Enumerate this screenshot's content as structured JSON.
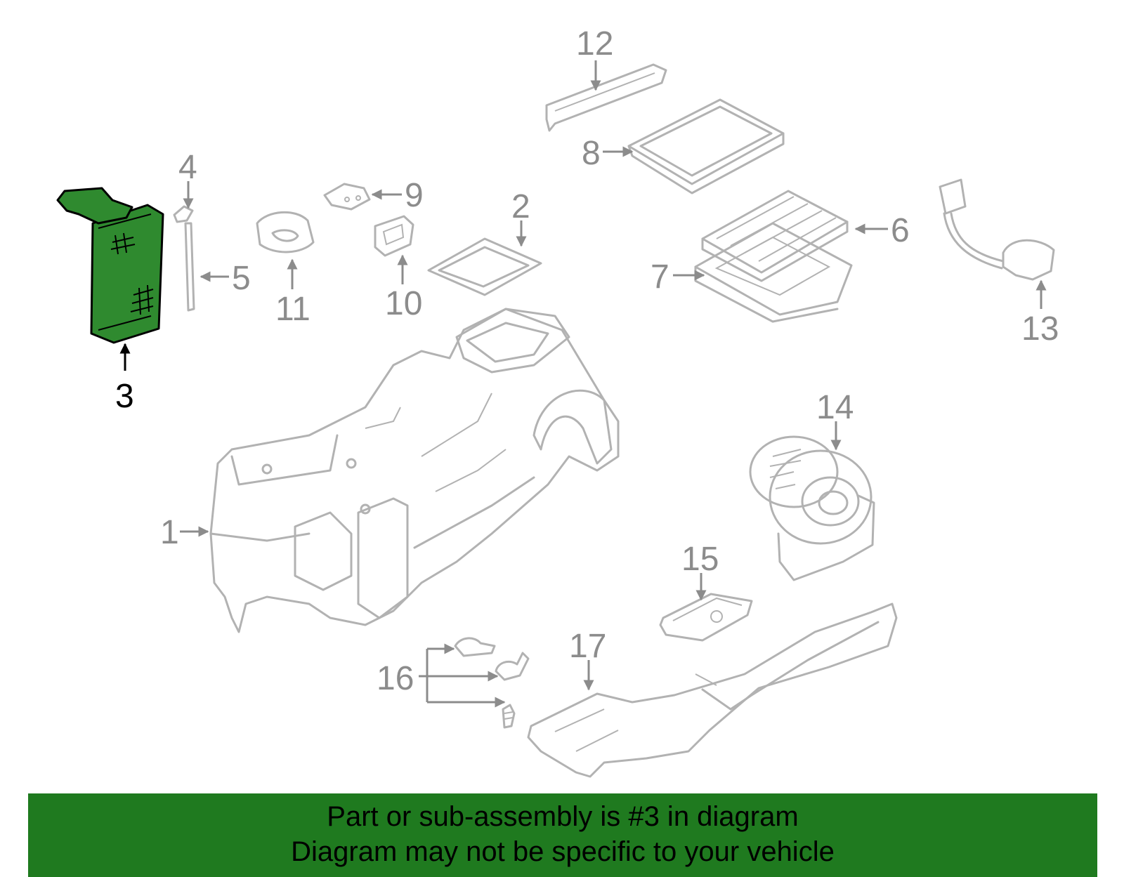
{
  "diagram": {
    "selected_part": "3",
    "colors": {
      "highlight": "#2f8a2f",
      "banner": "#1f7a1f",
      "parts": "#b2b2b2",
      "callouts": "#8c8c8c"
    },
    "callouts": [
      {
        "id": "1",
        "label": "1"
      },
      {
        "id": "2",
        "label": "2"
      },
      {
        "id": "3",
        "label": "3"
      },
      {
        "id": "4",
        "label": "4"
      },
      {
        "id": "5",
        "label": "5"
      },
      {
        "id": "6",
        "label": "6"
      },
      {
        "id": "7",
        "label": "7"
      },
      {
        "id": "8",
        "label": "8"
      },
      {
        "id": "9",
        "label": "9"
      },
      {
        "id": "10",
        "label": "10"
      },
      {
        "id": "11",
        "label": "11"
      },
      {
        "id": "12",
        "label": "12"
      },
      {
        "id": "13",
        "label": "13"
      },
      {
        "id": "14",
        "label": "14"
      },
      {
        "id": "15",
        "label": "15"
      },
      {
        "id": "16",
        "label": "16"
      },
      {
        "id": "17",
        "label": "17"
      }
    ]
  },
  "banner": {
    "line1": "Part or sub-assembly is #3 in diagram",
    "line2": "Diagram may not be specific to your vehicle"
  }
}
